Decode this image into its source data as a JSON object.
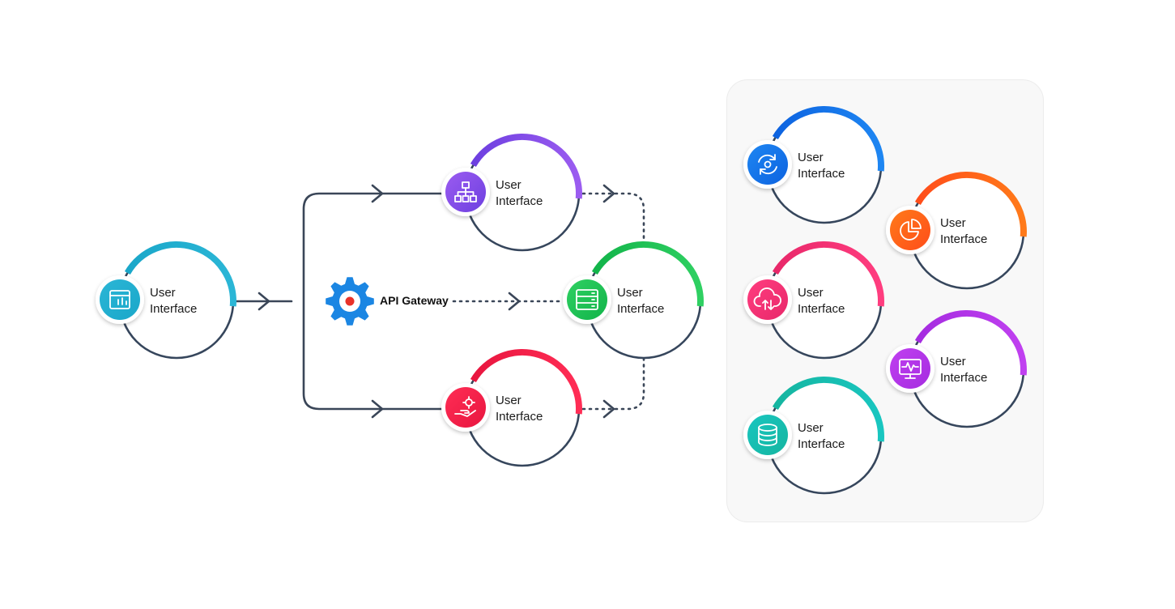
{
  "gateway": {
    "label": "API Gateway",
    "icon": "gear-icon",
    "color": "#1b86e3"
  },
  "nodes": [
    {
      "id": "source",
      "line1": "User",
      "line2": "Interface",
      "icon": "dashboard-icon",
      "color_a": "#1aa7c9",
      "color_b": "#2bb6d6"
    },
    {
      "id": "top",
      "line1": "User",
      "line2": "Interface",
      "icon": "sitemap-icon",
      "color_a": "#6d3fe0",
      "color_b": "#9b5cf0"
    },
    {
      "id": "center",
      "line1": "User",
      "line2": "Interface",
      "icon": "server-icon",
      "color_a": "#12b44a",
      "color_b": "#2fd062"
    },
    {
      "id": "bottom",
      "line1": "User",
      "line2": "Interface",
      "icon": "service-hand-icon",
      "color_a": "#e8163f",
      "color_b": "#ff2d55"
    },
    {
      "id": "sync",
      "line1": "User",
      "line2": "Interface",
      "icon": "sync-gear-icon",
      "color_a": "#0d63e0",
      "color_b": "#1e86f2"
    },
    {
      "id": "chart",
      "line1": "User",
      "line2": "Interface",
      "icon": "pie-chart-icon",
      "color_a": "#ff4d1a",
      "color_b": "#ff7a1a"
    },
    {
      "id": "cloud",
      "line1": "User",
      "line2": "Interface",
      "icon": "cloud-sync-icon",
      "color_a": "#e8286a",
      "color_b": "#ff3d7f"
    },
    {
      "id": "monitor",
      "line1": "User",
      "line2": "Interface",
      "icon": "monitor-pulse-icon",
      "color_a": "#a52ce0",
      "color_b": "#c040f0"
    },
    {
      "id": "database",
      "line1": "User",
      "line2": "Interface",
      "icon": "database-icon",
      "color_a": "#15b5a0",
      "color_b": "#19c6c0"
    }
  ]
}
